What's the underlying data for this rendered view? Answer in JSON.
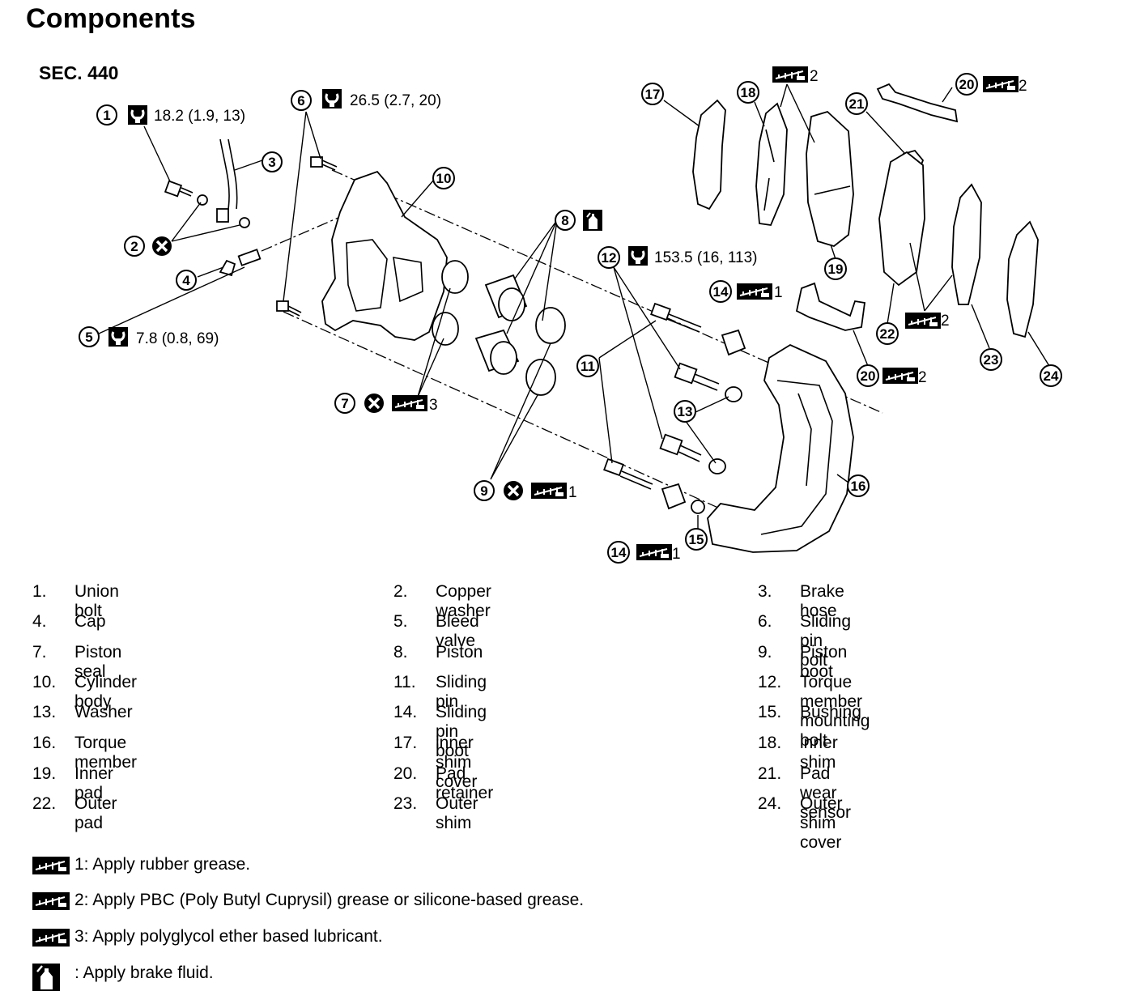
{
  "title": "Components",
  "section": "SEC. 440",
  "callouts": {
    "c1": {
      "num": "1",
      "spec": "18.2 (1.9, 13)"
    },
    "c2": {
      "num": "2"
    },
    "c3": {
      "num": "3"
    },
    "c4": {
      "num": "4"
    },
    "c5": {
      "num": "5",
      "spec": "7.8 (0.8, 69)"
    },
    "c6": {
      "num": "6",
      "spec": "26.5 (2.7, 20)"
    },
    "c7": {
      "num": "7",
      "grease": "3"
    },
    "c8": {
      "num": "8"
    },
    "c9": {
      "num": "9",
      "grease": "1"
    },
    "c10": {
      "num": "10"
    },
    "c11": {
      "num": "11"
    },
    "c12": {
      "num": "12",
      "spec": "153.5 (16, 113)"
    },
    "c13": {
      "num": "13"
    },
    "c14a": {
      "num": "14",
      "grease": "1"
    },
    "c14b": {
      "num": "14",
      "grease": "1"
    },
    "c15": {
      "num": "15"
    },
    "c16": {
      "num": "16"
    },
    "c17": {
      "num": "17"
    },
    "c18": {
      "num": "18",
      "grease": "2"
    },
    "c19": {
      "num": "19"
    },
    "c20a": {
      "num": "20",
      "grease": "2"
    },
    "c20b": {
      "num": "20",
      "grease": "2"
    },
    "c21": {
      "num": "21"
    },
    "c22": {
      "num": "22",
      "grease": "2"
    },
    "c23": {
      "num": "23"
    },
    "c24": {
      "num": "24"
    }
  },
  "parts": [
    {
      "num": "1.",
      "name": "Union bolt"
    },
    {
      "num": "2.",
      "name": "Copper washer"
    },
    {
      "num": "3.",
      "name": "Brake hose"
    },
    {
      "num": "4.",
      "name": "Cap"
    },
    {
      "num": "5.",
      "name": "Bleed valve"
    },
    {
      "num": "6.",
      "name": "Sliding pin bolt"
    },
    {
      "num": "7.",
      "name": "Piston seal"
    },
    {
      "num": "8.",
      "name": "Piston"
    },
    {
      "num": "9.",
      "name": "Piston boot"
    },
    {
      "num": "10.",
      "name": "Cylinder body"
    },
    {
      "num": "11.",
      "name": "Sliding pin"
    },
    {
      "num": "12.",
      "name": "Torque member mounting bolt"
    },
    {
      "num": "13.",
      "name": "Washer"
    },
    {
      "num": "14.",
      "name": "Sliding pin boot"
    },
    {
      "num": "15.",
      "name": "Bushing"
    },
    {
      "num": "16.",
      "name": "Torque member"
    },
    {
      "num": "17.",
      "name": "inner shim cover"
    },
    {
      "num": "18.",
      "name": "inner shim"
    },
    {
      "num": "19.",
      "name": "Inner pad"
    },
    {
      "num": "20.",
      "name": "Pad retainer"
    },
    {
      "num": "21.",
      "name": "Pad wear sensor"
    },
    {
      "num": "22.",
      "name": "Outer pad"
    },
    {
      "num": "23.",
      "name": "Outer shim"
    },
    {
      "num": "24.",
      "name": "Outer shim cover"
    }
  ],
  "notes": [
    {
      "icon": "grease-icon",
      "text": "1: Apply rubber grease."
    },
    {
      "icon": "grease-icon",
      "text": "2: Apply PBC (Poly Butyl Cuprysil) grease or silicone-based grease."
    },
    {
      "icon": "grease-icon",
      "text": "3: Apply polyglycol ether based lubricant."
    },
    {
      "icon": "brake-fluid-icon",
      "text": ": Apply brake fluid."
    }
  ],
  "icons": {
    "torque": "torque-wrench-icon",
    "socket": "socket-wrench-icon",
    "replace": "do-not-reuse-icon",
    "grease": "grease-icon",
    "fluid": "brake-fluid-icon"
  }
}
